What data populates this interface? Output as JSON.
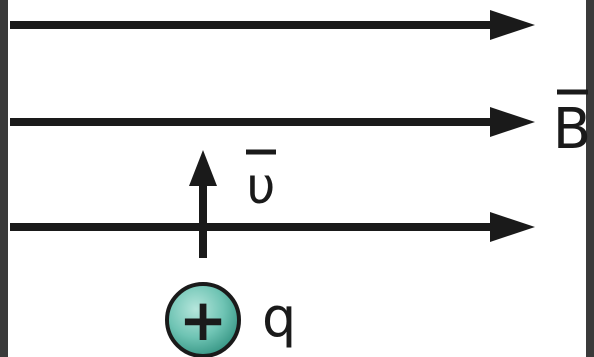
{
  "figure": {
    "field_symbol": "B",
    "velocity_symbol": "υ",
    "charge_sign": "+",
    "charge_symbol": "q"
  },
  "colors": {
    "background_frame": "#3a3a3a",
    "panel": "#ffffff",
    "line": "#1a1a1a",
    "charge_fill": "#6fc4b4",
    "charge_outline": "#1a1a1a"
  },
  "icons": {
    "field_line": "right-arrow",
    "velocity": "up-arrow",
    "charge": "circle-plus"
  }
}
